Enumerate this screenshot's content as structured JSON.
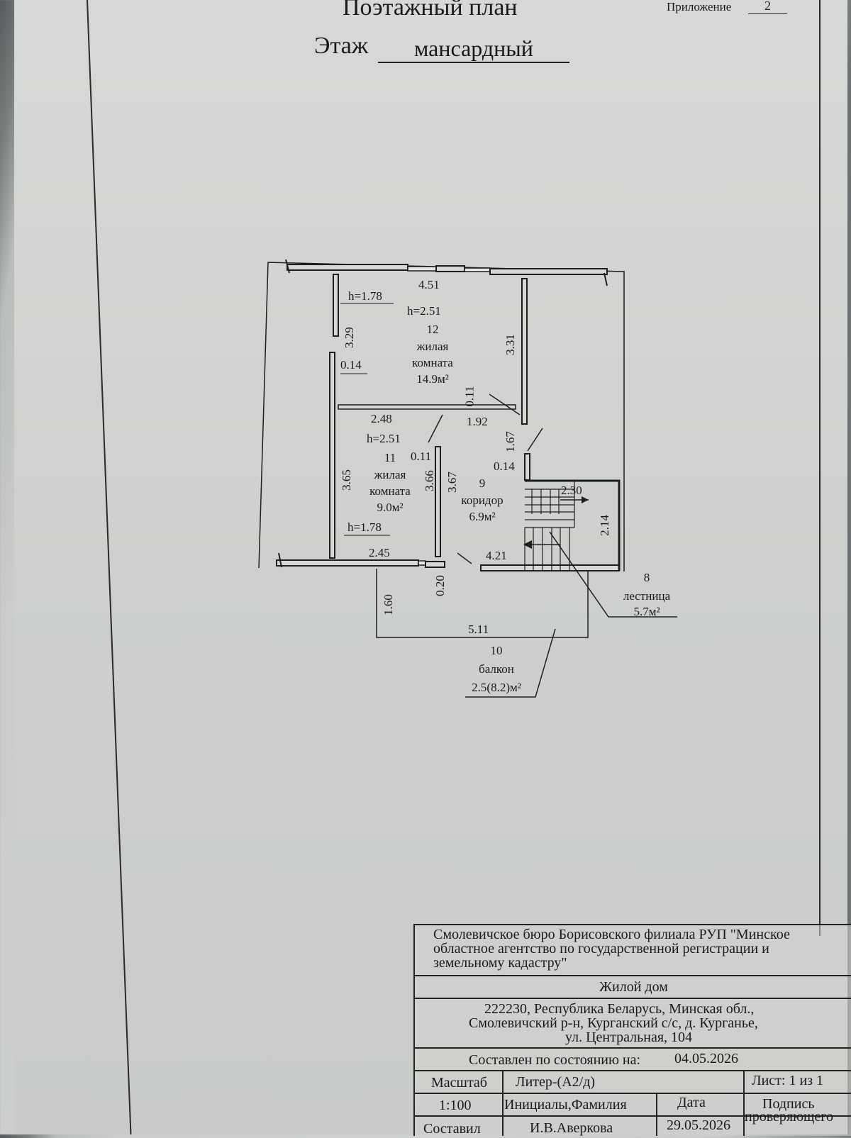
{
  "header": {
    "title": "Поэтажный план",
    "floor_label": "Этаж",
    "floor_value": "мансардный",
    "appendix_label": "Приложение",
    "appendix_number": "2"
  },
  "plan": {
    "dims": {
      "top_width": "4.51",
      "h_tl": "h=1.78",
      "h_room12": "h=2.51",
      "v_329": "3.29",
      "v_331": "3.31",
      "d_014a": "0.14",
      "d_011a": "0.11",
      "d_192": "1.92",
      "d_248": "2.48",
      "h_room11": "h=2.51",
      "d_011b": "0.11",
      "d_167": "1.67",
      "d_014b": "0.14",
      "v_365": "3.65",
      "v_366": "3.66",
      "v_367": "3.67",
      "d_230": "2.30",
      "v_214": "2.14",
      "h_bl": "h=1.78",
      "d_245": "2.45",
      "d_421": "4.21",
      "v_020": "0.20",
      "v_160": "1.60",
      "d_511": "5.11"
    },
    "rooms": {
      "r12_num": "12",
      "r12_name1": "жилая",
      "r12_name2": "комната",
      "r12_area": "14.9м²",
      "r11_num": "11",
      "r11_name1": "жилая",
      "r11_name2": "комната",
      "r11_area": "9.0м²",
      "r9_num": "9",
      "r9_name": "коридор",
      "r9_area": "6.9м²",
      "r8_num": "8",
      "r8_name": "лестница",
      "r8_area": "5.7м²",
      "r10_num": "10",
      "r10_name": "балкон",
      "r10_area": "2.5(8.2)м²"
    }
  },
  "stamp": {
    "org_line1": "Смолевичское бюро Борисовского филиала РУП \"Минское",
    "org_line2": "областное агентство по государственной регистрации и",
    "org_line3": "земельному кадастру\"",
    "object": "Жилой дом",
    "addr_line1": "222230, Республика Беларусь, Минская обл.,",
    "addr_line2": "Смолевичский р-н, Курганский с/с, д. Курганье,",
    "addr_line3": "ул. Центральная, 104",
    "state_label": "Составлен по состоянию на:",
    "state_date": "04.05.2026",
    "scale_label": "Масштаб",
    "liter": "Литер-(А2/д)",
    "sheet": "Лист: 1 из 1",
    "scale_value": "1:100",
    "name_label": "Инициалы,Фамилия",
    "date_label": "Дата",
    "sign_label1": "Подпись",
    "sign_label2": "проверяющего",
    "composed_label": "Составил",
    "composed_name": "И.В.Аверкова",
    "composed_date": "29.05.2026"
  }
}
